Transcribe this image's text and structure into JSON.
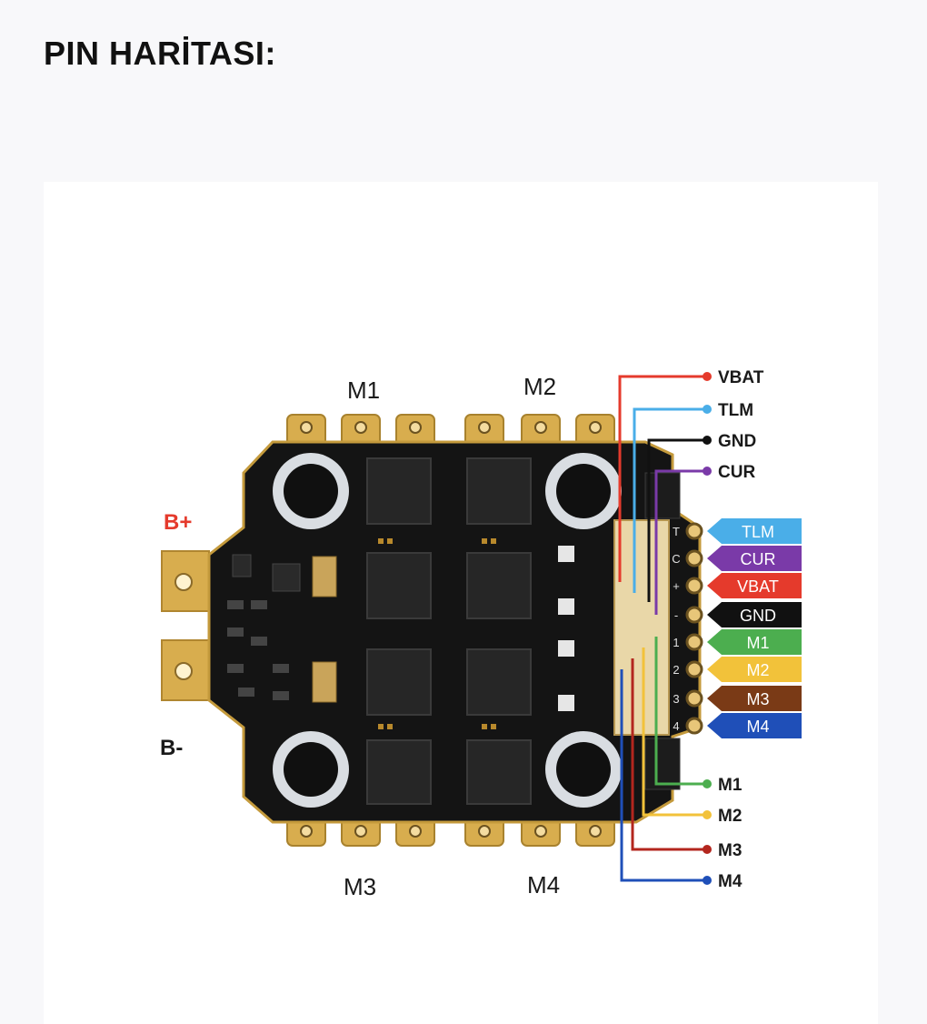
{
  "header": {
    "title": "PIN HARİTASI:"
  },
  "motor_labels": {
    "m1": "M1",
    "m2": "M2",
    "m3": "M3",
    "m4": "M4"
  },
  "power_labels": {
    "b_plus": "B+",
    "b_minus": "B-"
  },
  "board_silkscreen": [
    "T",
    "C",
    "+",
    "-",
    "1",
    "2",
    "3",
    "4"
  ],
  "pin_tags": [
    {
      "label": "TLM",
      "color": "#4aaee8"
    },
    {
      "label": "CUR",
      "color": "#7a3aa8"
    },
    {
      "label": "VBAT",
      "color": "#e53a2c"
    },
    {
      "label": "GND",
      "color": "#111111"
    },
    {
      "label": "M1",
      "color": "#4cae4f"
    },
    {
      "label": "M2",
      "color": "#f2c23a"
    },
    {
      "label": "M3",
      "color": "#7a3a16"
    },
    {
      "label": "M4",
      "color": "#1f4fb8"
    }
  ],
  "top_wires": [
    {
      "label": "VBAT",
      "color": "#e53a2c"
    },
    {
      "label": "TLM",
      "color": "#4aaee8"
    },
    {
      "label": "GND",
      "color": "#111111"
    },
    {
      "label": "CUR",
      "color": "#7a3aa8"
    }
  ],
  "bottom_wires": [
    {
      "label": "M1",
      "color": "#4cae4f"
    },
    {
      "label": "M2",
      "color": "#f2c23a"
    },
    {
      "label": "M3",
      "color": "#b3261e"
    },
    {
      "label": "M4",
      "color": "#1f4fb8"
    }
  ]
}
